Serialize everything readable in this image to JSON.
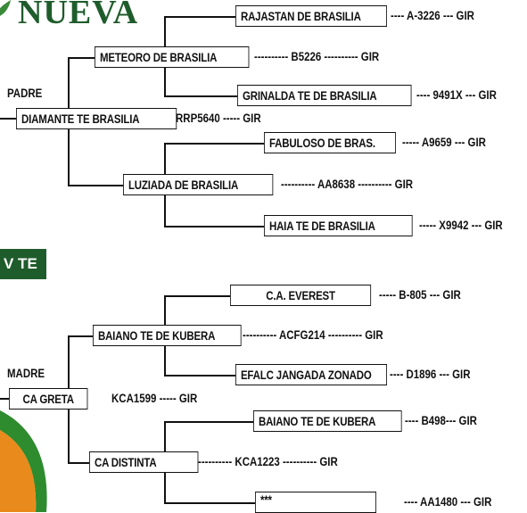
{
  "brand": {
    "title": "NUEVA"
  },
  "banner": {
    "text": "V TE"
  },
  "sire": {
    "label": "PADRE",
    "name": "DIAMANTE TE BRASILIA",
    "info": "RRP5640 ----- GIR",
    "parents": [
      {
        "name": "METEORO DE BRASILIA",
        "info": "---------- B5226 ---------- GIR",
        "parents": [
          {
            "name": "RAJASTAN DE BRASILIA",
            "info": "---- A-3226 --- GIR"
          },
          {
            "name": "GRINALDA TE DE BRASILIA",
            "info": "---- 9491X --- GIR"
          }
        ]
      },
      {
        "name": "LUZIADA DE BRASILIA",
        "info": "---------- AA8638 ---------- GIR",
        "parents": [
          {
            "name": "FABULOSO DE BRAS.",
            "info": "----- A9659 --- GIR"
          },
          {
            "name": "HAIA TE DE BRASILIA",
            "info": "----- X9942 --- GIR"
          }
        ]
      }
    ]
  },
  "dam": {
    "label": "MADRE",
    "name": "CA GRETA",
    "info": "KCA1599 ----- GIR",
    "parents": [
      {
        "name": "BAIANO TE DE KUBERA",
        "info": "---------- ACFG214 ---------- GIR",
        "parents": [
          {
            "name": "C.A. EVEREST",
            "info": "----- B-805 --- GIR"
          },
          {
            "name": "EFALC JANGADA ZONADO",
            "info": "---- D1896 --- GIR"
          }
        ]
      },
      {
        "name": "CA DISTINTA",
        "info": "---------- KCA1223 ---------- GIR",
        "parents": [
          {
            "name": "BAIANO TE DE KUBERA",
            "info": "---- B498--- GIR"
          },
          {
            "name": "***",
            "info": "---- AA1480 --- GIR"
          }
        ]
      }
    ]
  }
}
